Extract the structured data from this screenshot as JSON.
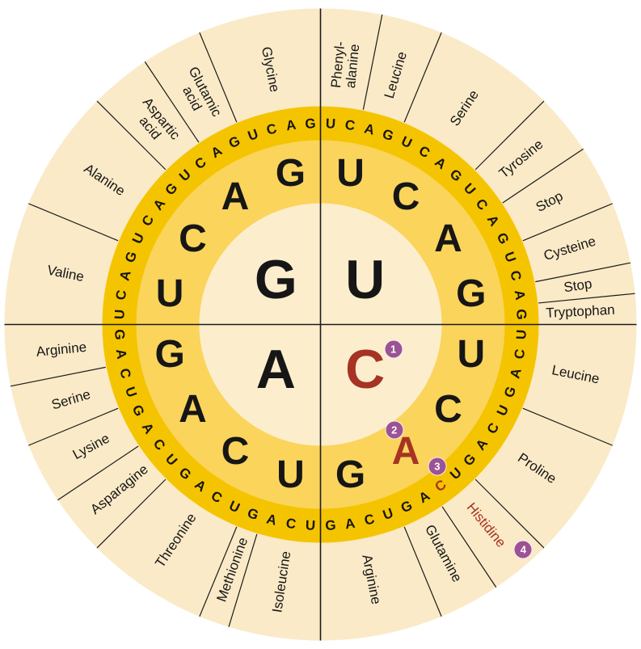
{
  "colors": {
    "background": "#ffffff",
    "outer_ring": "#faeac7",
    "third_ring": "#f5c400",
    "second_ring": "#fbd45c",
    "center_circle": "#fceecd",
    "line": "#1b1b1b",
    "base_letter": "#161616",
    "highlight_red": "#a63324",
    "badge_fill": "#9d5295",
    "badge_text": "#ffffff"
  },
  "center_quadrants": [
    {
      "letter": "U",
      "position": "top-right",
      "highlighted": false
    },
    {
      "letter": "C",
      "position": "bottom-right",
      "highlighted": true
    },
    {
      "letter": "A",
      "position": "bottom-left",
      "highlighted": false
    },
    {
      "letter": "G",
      "position": "top-left",
      "highlighted": false
    }
  ],
  "second_ring": {
    "order_per_quadrant": [
      "U",
      "C",
      "A",
      "G"
    ],
    "highlighted": {
      "quadrant": "C",
      "letter": "A"
    }
  },
  "third_ring": {
    "order_per_sector": [
      "U",
      "C",
      "A",
      "G"
    ],
    "highlighted": {
      "codon": "CAC"
    }
  },
  "highlighted_path": {
    "codon": "CAC",
    "amino_acid": "Histidine",
    "steps": [
      "1",
      "2",
      "3",
      "4"
    ]
  },
  "amino_acids": [
    {
      "lines": [
        "Phenyl-",
        "alanine"
      ],
      "codons": 2,
      "highlighted": false
    },
    {
      "lines": [
        "Leucine"
      ],
      "codons": 2,
      "highlighted": false
    },
    {
      "lines": [
        "Serine"
      ],
      "codons": 4,
      "highlighted": false
    },
    {
      "lines": [
        "Tyrosine"
      ],
      "codons": 2,
      "highlighted": false
    },
    {
      "lines": [
        "Stop"
      ],
      "codons": 2,
      "highlighted": false
    },
    {
      "lines": [
        "Cysteine"
      ],
      "codons": 2,
      "highlighted": false
    },
    {
      "lines": [
        "Stop"
      ],
      "codons": 1,
      "highlighted": false
    },
    {
      "lines": [
        "Tryptophan"
      ],
      "codons": 1,
      "highlighted": false
    },
    {
      "lines": [
        "Leucine"
      ],
      "codons": 4,
      "highlighted": false
    },
    {
      "lines": [
        "Proline"
      ],
      "codons": 4,
      "highlighted": false
    },
    {
      "lines": [
        "Histidine"
      ],
      "codons": 2,
      "highlighted": true
    },
    {
      "lines": [
        "Glutamine"
      ],
      "codons": 2,
      "highlighted": false
    },
    {
      "lines": [
        "Arginine"
      ],
      "codons": 4,
      "highlighted": false
    },
    {
      "lines": [
        "Isoleucine"
      ],
      "codons": 3,
      "highlighted": false
    },
    {
      "lines": [
        "Methionine"
      ],
      "codons": 1,
      "highlighted": false
    },
    {
      "lines": [
        "Threonine"
      ],
      "codons": 4,
      "highlighted": false
    },
    {
      "lines": [
        "Asparagine"
      ],
      "codons": 2,
      "highlighted": false
    },
    {
      "lines": [
        "Lysine"
      ],
      "codons": 2,
      "highlighted": false
    },
    {
      "lines": [
        "Serine"
      ],
      "codons": 2,
      "highlighted": false
    },
    {
      "lines": [
        "Arginine"
      ],
      "codons": 2,
      "highlighted": false
    },
    {
      "lines": [
        "Valine"
      ],
      "codons": 4,
      "highlighted": false
    },
    {
      "lines": [
        "Alanine"
      ],
      "codons": 4,
      "highlighted": false
    },
    {
      "lines": [
        "Aspartic",
        "acid"
      ],
      "codons": 2,
      "highlighted": false
    },
    {
      "lines": [
        "Glutamic",
        "acid"
      ],
      "codons": 2,
      "highlighted": false
    },
    {
      "lines": [
        "Glycine"
      ],
      "codons": 4,
      "highlighted": false
    }
  ]
}
